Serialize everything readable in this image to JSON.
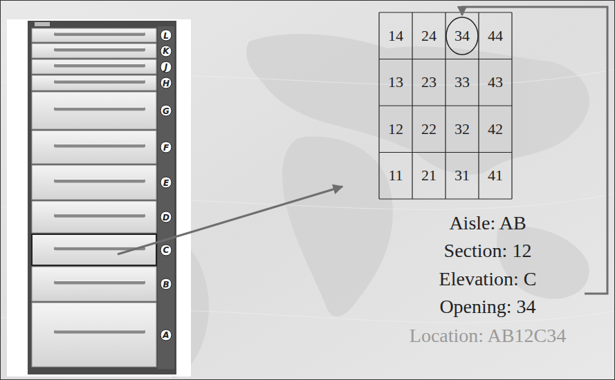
{
  "diagram": {
    "labels": [
      "L",
      "K",
      "J",
      "H",
      "G",
      "F",
      "E",
      "D",
      "C",
      "B",
      "A",
      "14",
      "24",
      "34",
      "44",
      "13",
      "23",
      "33",
      "43",
      "12",
      "22",
      "32",
      "42",
      "11",
      "21",
      "31",
      "41",
      "Aisle: AB",
      "Section: 12",
      "Elevation: C",
      "Opening: 34",
      "Location: AB12C34"
    ]
  }
}
